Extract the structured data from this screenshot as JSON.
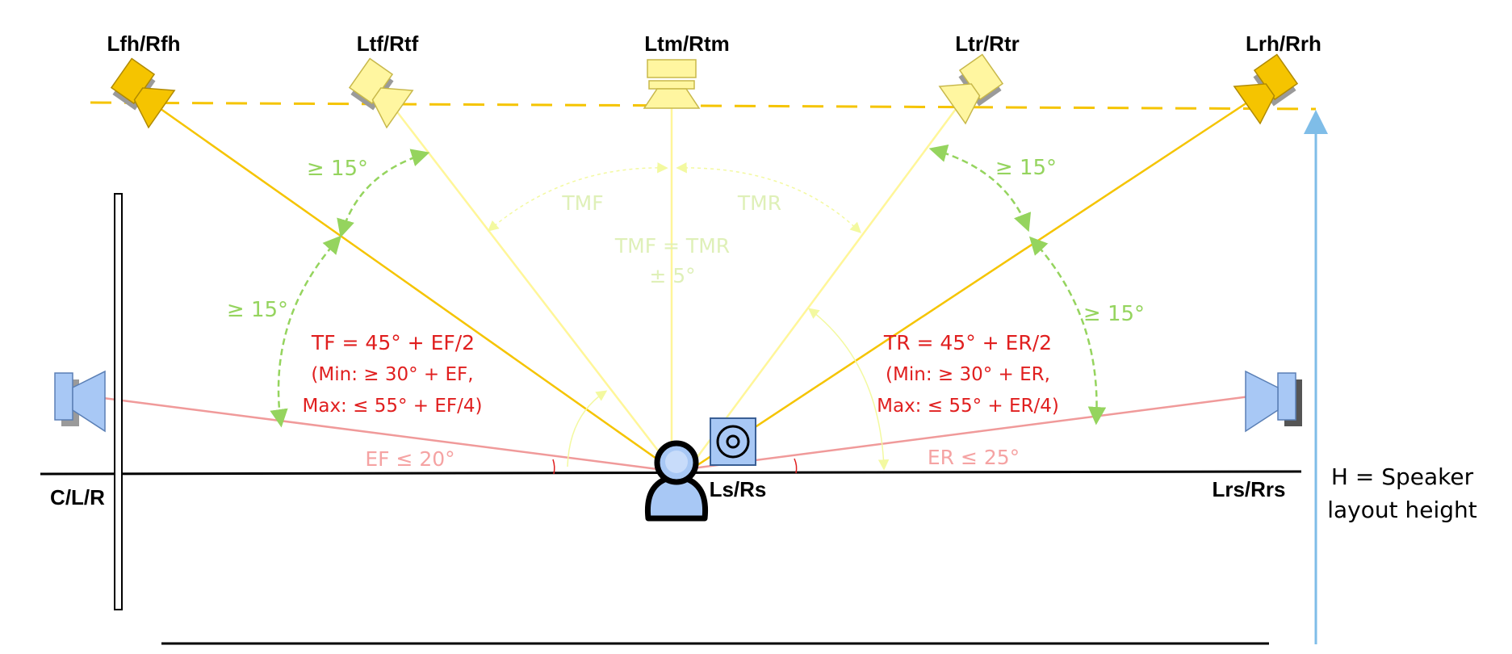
{
  "speakers": {
    "front_height": "Lfh/Rfh",
    "top_front": "Ltf/Rtf",
    "top_middle": "Ltm/Rtm",
    "top_rear": "Ltr/Rtr",
    "rear_height": "Lrh/Rrh",
    "front": "C/L/R",
    "side": "Ls/Rs",
    "rear_surround": "Lrs/Rrs"
  },
  "angles": {
    "min_sep_1": "≥ 15°",
    "min_sep_2": "≥ 15°",
    "min_sep_3": "≥ 15°",
    "min_sep_4": "≥ 15°",
    "tmf": "TMF",
    "tmr": "TMR",
    "tmf_eq_tmr": "TMF = TMR",
    "tolerance": "± 5°"
  },
  "formulas": {
    "front_main": "TF = 45° + EF/2",
    "front_min": "(Min: ≥ 30° + EF,",
    "front_max": "Max: ≤ 55° + EF/4)",
    "rear_main": "TR = 45° + ER/2",
    "rear_min": "(Min: ≥ 30° + ER,",
    "rear_max": "Max: ≤ 55° + ER/4)"
  },
  "elevations": {
    "front": "EF ≤ 20°",
    "rear": "ER ≤ 25°"
  },
  "height_note": {
    "line1": "H = Speaker",
    "line2": "layout height"
  },
  "colors": {
    "height_speaker": "#f5c400",
    "top_speaker": "#fff6a0",
    "ear_speaker": "#a8c8f5",
    "height_line": "#f5c400",
    "top_line": "#fff699",
    "ear_line": "#f09a9a",
    "angle_arc": "#95d45e",
    "formula": "#e01f1f",
    "height_arrow": "#7fbde8"
  }
}
